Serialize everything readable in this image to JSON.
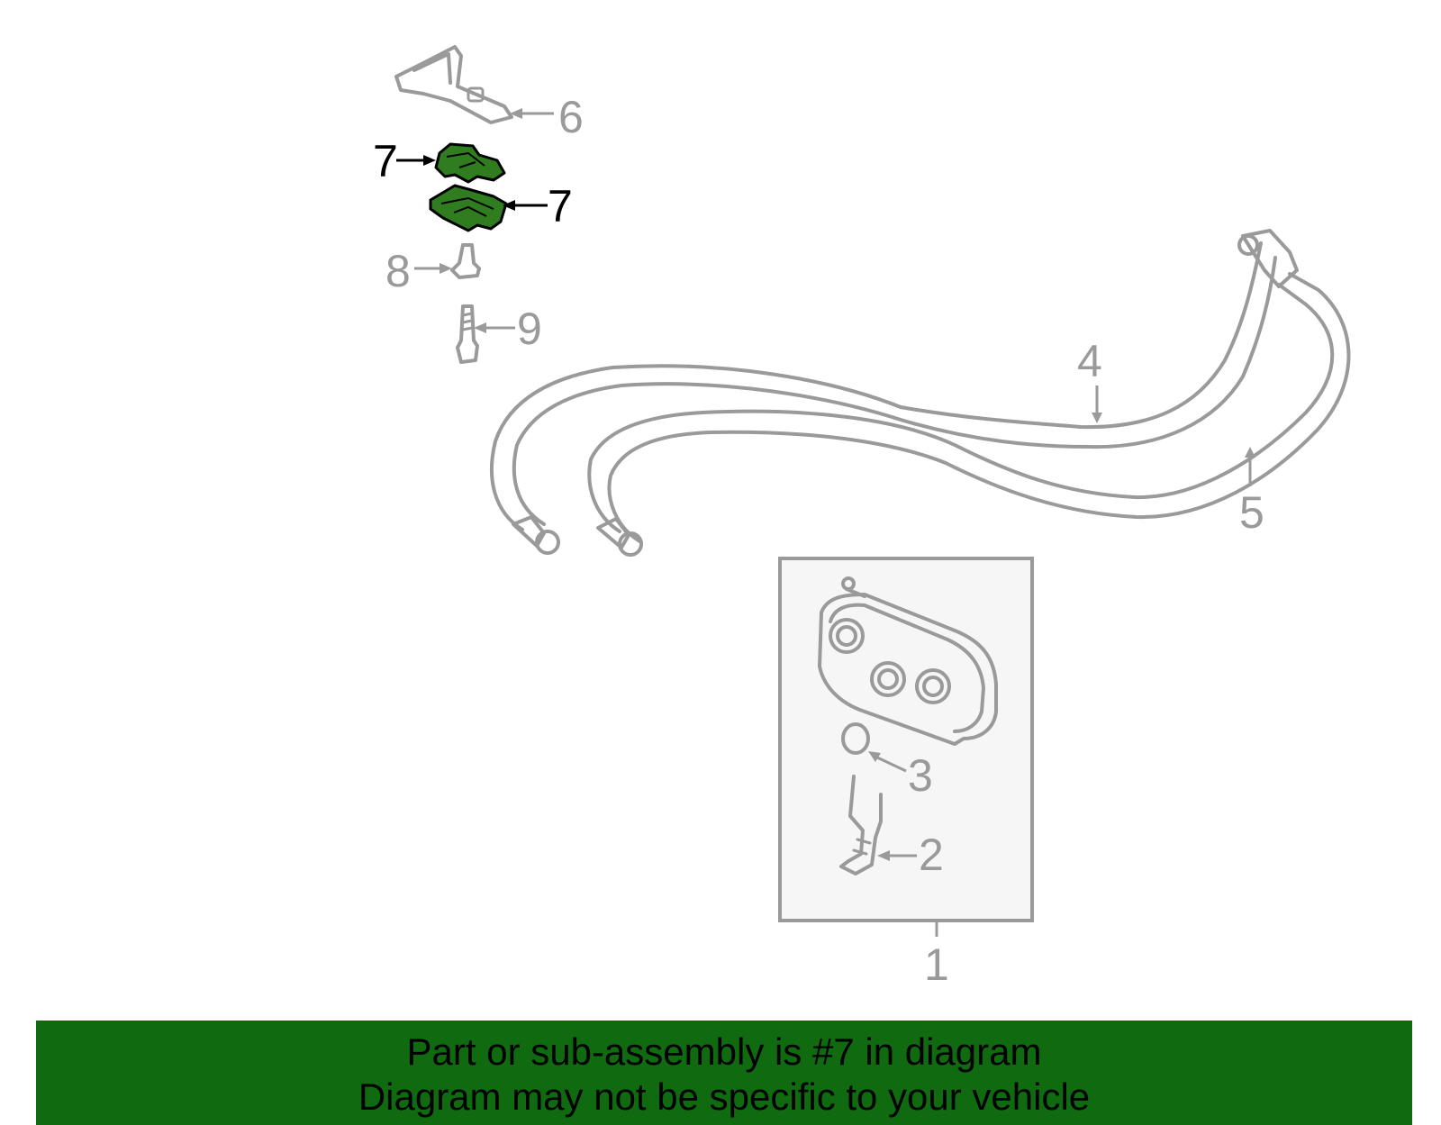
{
  "diagram": {
    "callouts": {
      "c1": "1",
      "c2": "2",
      "c3": "3",
      "c4": "4",
      "c5": "5",
      "c6": "6",
      "c7a": "7",
      "c7b": "7",
      "c8": "8",
      "c9": "9"
    },
    "highlighted_part": "7",
    "colors": {
      "highlight": "#2f7d1f",
      "line": "#9a9a9a",
      "banner": "#0f6a10"
    }
  },
  "banner": {
    "line1": "Part or sub-assembly is #7 in diagram",
    "line2": "Diagram may not be specific to your vehicle"
  }
}
